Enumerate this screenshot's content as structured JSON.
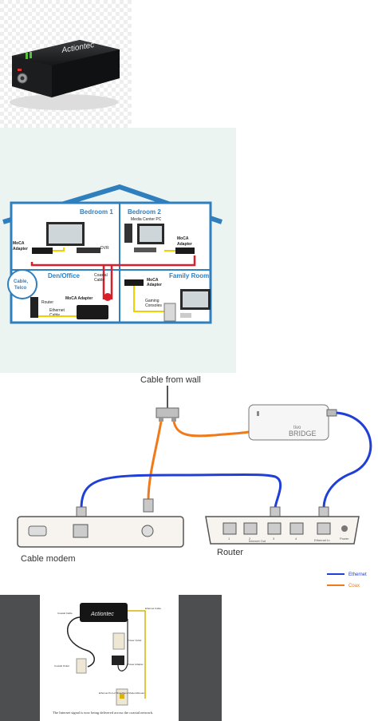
{
  "panel1": {
    "brand": "Actiontec"
  },
  "panel2": {
    "rooms": {
      "bedroom1": "Bedroom 1",
      "bedroom2": "Bedroom 2",
      "den": "Den/Office",
      "family": "Family Room"
    },
    "labels": {
      "moca_left": "MoCA",
      "adapter_left": "Adapter",
      "dvr": "DVR",
      "media_center": "Media Center PC",
      "moca_right": "MoCA",
      "adapter_right": "Adapter",
      "cable": "Cable,",
      "telco": "Telco",
      "coaxial": "Coaxial",
      "coaxial2": "Cable",
      "router": "Router",
      "ethernet": "Ethernet",
      "ethernet2": "Cable",
      "moca_den": "MoCA Adapter",
      "moca_family": "MoCA",
      "adapter_family": "Adapter",
      "gaming": "Gaming",
      "gaming2": "Consoles"
    }
  },
  "panel3": {
    "cable_from_wall": "Cable from wall",
    "tivo_brand": "tivo",
    "bridge": "BRIDGE",
    "cable_modem": "Cable modem",
    "router": "Router",
    "port_labels": [
      "1",
      "2",
      "3",
      "4"
    ],
    "internet_out": "Internet Out",
    "ethernet_in": "Ethernet In",
    "power": "Power",
    "legend": [
      {
        "label": "Ethernet",
        "color": "#1f3fd6"
      },
      {
        "label": "Coax",
        "color": "#f07a1a"
      }
    ]
  },
  "panel4": {
    "brand": "Actiontec",
    "caption": "The Internet signal is now being delivered across the coaxial network.",
    "labels": {
      "coax_cable": "Coaxial Cable",
      "ethernet_cable": "Ethernet Cable",
      "power_outlet": "Power Outlet",
      "coax_outlet": "Coaxial Outlet",
      "power_adapter": "Power Adapter",
      "ethernet_port": "Ethernet Port of Broadband Modem/Router"
    }
  },
  "colors": {
    "ethernet_blue": "#1f3fd6",
    "coax_orange": "#f07a1a",
    "moca_yellow": "#f0d000",
    "coax_red": "#d8202a",
    "house_blue": "#2f7fbf",
    "dark_gray": "#4c4e50"
  }
}
